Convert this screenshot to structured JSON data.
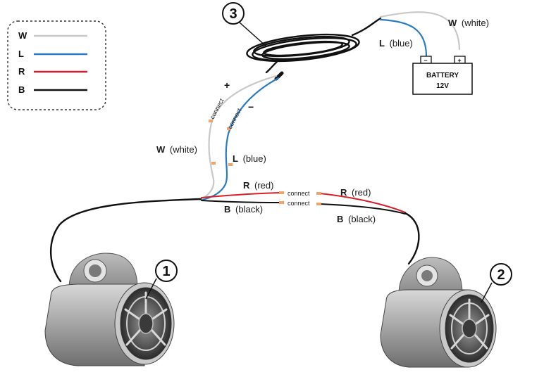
{
  "legend": {
    "items": [
      {
        "letter": "W",
        "color": "#c8c8c8"
      },
      {
        "letter": "L",
        "color": "#2a7bc4"
      },
      {
        "letter": "R",
        "color": "#d81e2a"
      },
      {
        "letter": "B",
        "color": "#111111"
      }
    ]
  },
  "callouts": {
    "harness": "3",
    "speaker_left": "1",
    "speaker_right": "2"
  },
  "battery": {
    "title": "BATTERY",
    "voltage": "12V",
    "neg_terminal": "−",
    "pos_terminal": "+"
  },
  "battery_wires": {
    "white_letter": "W",
    "white_name": "(white)",
    "blue_letter": "L",
    "blue_name": "(blue)"
  },
  "harness_ends": {
    "plus": "+",
    "minus": "−",
    "connect_1": "connect",
    "connect_2": "connect"
  },
  "power_wires": {
    "white_letter": "W",
    "white_name": "(white)",
    "blue_letter": "L",
    "blue_name": "(blue)"
  },
  "speaker_wires": {
    "left_red_letter": "R",
    "left_red_name": "(red)",
    "left_black_letter": "B",
    "left_black_name": "(black)",
    "right_red_letter": "R",
    "right_red_name": "(red)",
    "right_black_letter": "B",
    "right_black_name": "(black)",
    "connect_red": "connect",
    "connect_black": "connect"
  }
}
